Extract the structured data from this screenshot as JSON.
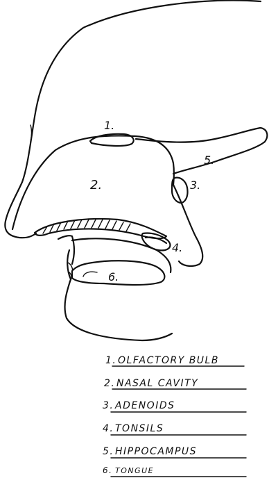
{
  "diagram": {
    "markers": [
      "1.",
      "2.",
      "3.",
      "4.",
      "5.",
      "6."
    ],
    "legend": [
      {
        "number": "1.",
        "text": "OLFACTORY BULB"
      },
      {
        "number": "2.",
        "text": "NASAL CAVITY"
      },
      {
        "number": "3.",
        "text": "ADENOIDS"
      },
      {
        "number": "4.",
        "text": "TONSILS"
      },
      {
        "number": "5.",
        "text": "HIPPOCAMPUS"
      },
      {
        "number": "6.",
        "text": "TONGUE"
      }
    ]
  }
}
